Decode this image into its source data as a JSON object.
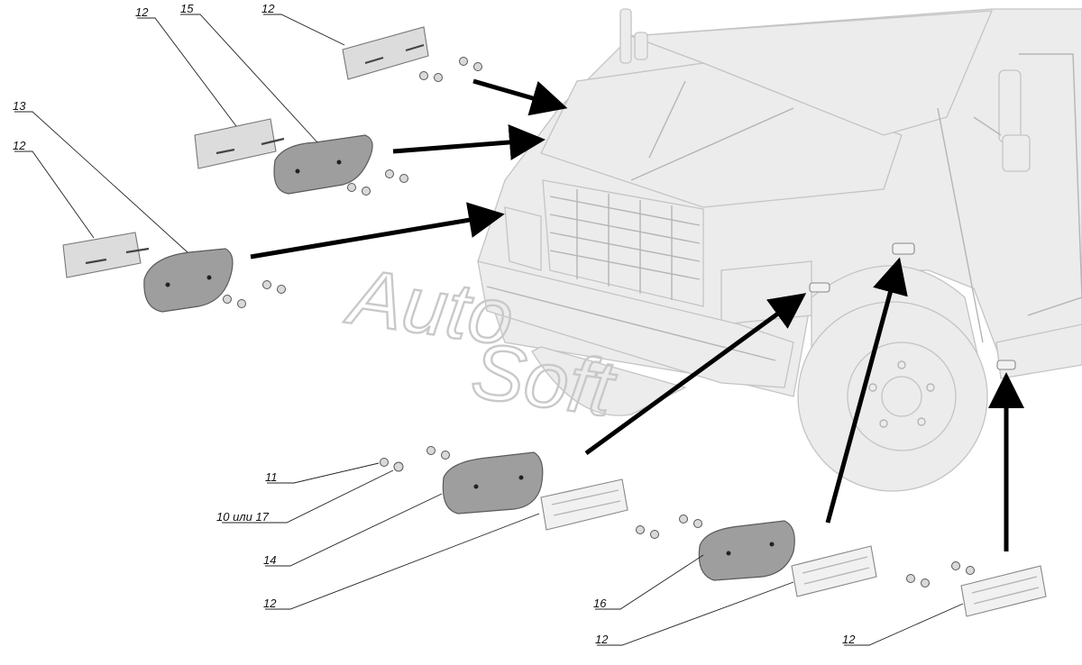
{
  "watermark": {
    "line1": "Auto",
    "line2": "Soft"
  },
  "callouts": [
    {
      "id": "c12a",
      "text": "12"
    },
    {
      "id": "c15",
      "text": "15"
    },
    {
      "id": "c12b",
      "text": "12"
    },
    {
      "id": "c13",
      "text": "13"
    },
    {
      "id": "c12c",
      "text": "12"
    },
    {
      "id": "c11",
      "text": "11"
    },
    {
      "id": "c10",
      "text": "10 или 17"
    },
    {
      "id": "c14",
      "text": "14"
    },
    {
      "id": "c12d",
      "text": "12"
    },
    {
      "id": "c16",
      "text": "16"
    },
    {
      "id": "c12e",
      "text": "12"
    },
    {
      "id": "c12f",
      "text": "12"
    }
  ],
  "colors": {
    "truck": "#ececec",
    "lamp_housing": "#9e9e9e",
    "arrow": "#000000"
  }
}
